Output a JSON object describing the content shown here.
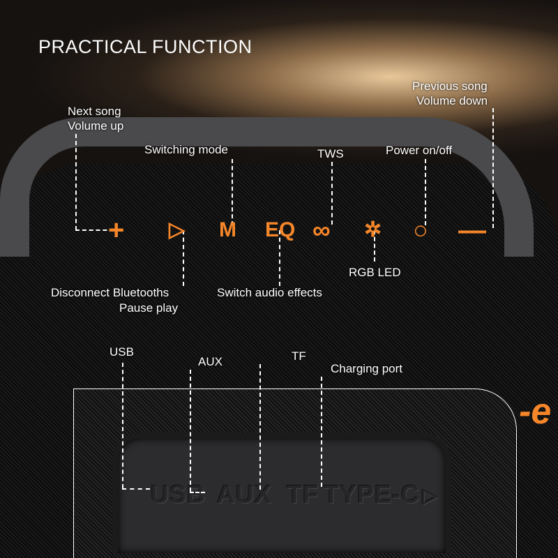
{
  "title": "PRACTICAL FUNCTION",
  "accent_color": "#f5862a",
  "top_labels": {
    "next_song": "Next song",
    "volume_up": "Volume up",
    "switching_mode": "Switching mode",
    "tws": "TWS",
    "power": "Power on/off",
    "previous_song": "Previous song",
    "volume_down": "Volume down"
  },
  "bottom_labels": {
    "disconnect": "Disconnect Bluetooths",
    "pause": "Pause play",
    "audio_effects": "Switch audio effects",
    "rgb": "RGB LED"
  },
  "buttons": {
    "plus": "+",
    "play": "▷",
    "mode": "M",
    "eq": "EQ",
    "tws": "∞",
    "led": "✲",
    "power": "○",
    "minus": "—"
  },
  "ports": {
    "usb": "USB",
    "aux": "AUX",
    "tf": "TF",
    "charging": "Charging port"
  },
  "embossed": {
    "usb": "USB",
    "aux": "AUX",
    "tf": "TF",
    "typec": "TYPE-C",
    "arrow": "▷"
  },
  "logo_text": "-e"
}
